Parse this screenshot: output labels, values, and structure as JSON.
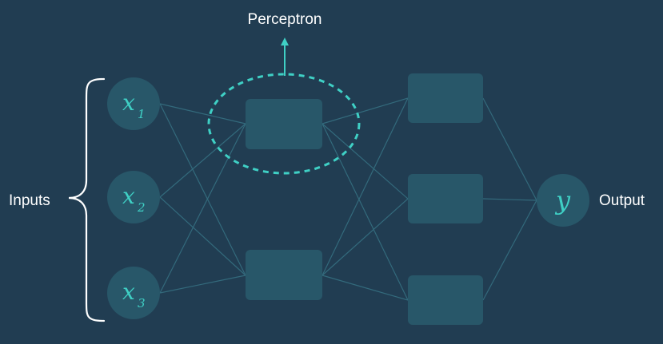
{
  "diagram": {
    "labels": {
      "top": "Perceptron",
      "left": "Inputs",
      "right": "Output"
    },
    "inputs": [
      {
        "var": "x",
        "sub": "1"
      },
      {
        "var": "x",
        "sub": "2"
      },
      {
        "var": "x",
        "sub": "3"
      }
    ],
    "output": {
      "var": "y"
    },
    "colors": {
      "background": "#213d52",
      "node": "#285769",
      "edge": "#336a7c",
      "accent": "#3fd0c5",
      "label": "#ffffff"
    }
  }
}
